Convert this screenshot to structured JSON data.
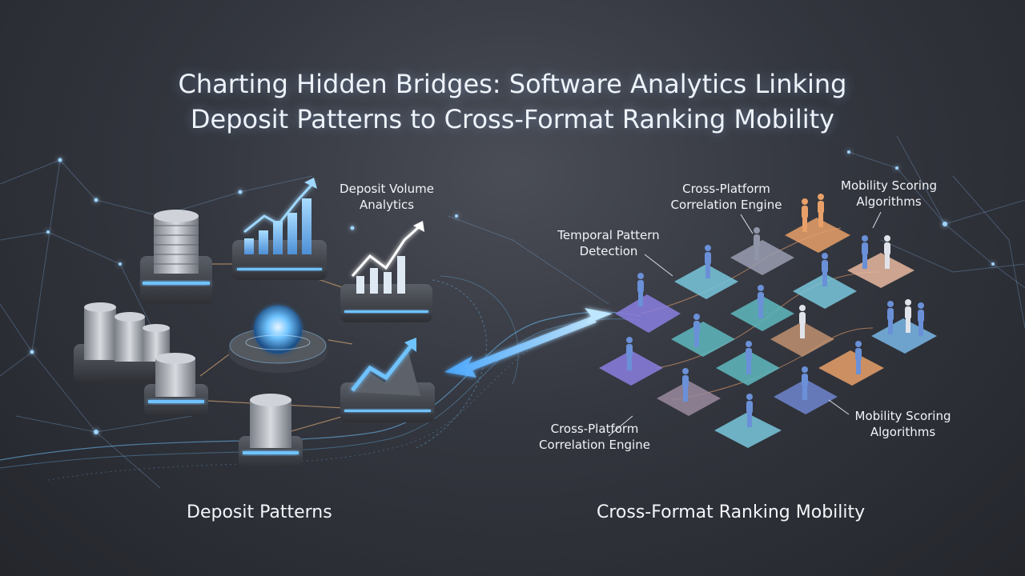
{
  "title": {
    "line1": "Charting Hidden Bridges: Software Analytics Linking",
    "line2": "Deposit Patterns to Cross-Format Ranking Mobility"
  },
  "labels": {
    "deposit_volume": {
      "line1": "Deposit Volume",
      "line2": "Analytics"
    },
    "cross_platform_top": {
      "line1": "Cross-Platform",
      "line2": "Correlation Engine"
    },
    "mobility_scoring_top": {
      "line1": "Mobility Scoring",
      "line2": "Algorithms"
    },
    "temporal_pattern": {
      "line1": "Temporal Pattern",
      "line2": "Detection"
    },
    "cross_platform_bottom": {
      "line1": "Cross-Platform",
      "line2": "Correlation Engine"
    },
    "mobility_scoring_bottom": {
      "line1": "Mobility Scoring",
      "line2": "Algorithms"
    }
  },
  "sections": {
    "left": "Deposit Patterns",
    "right": "Cross-Format Ranking Mobility"
  },
  "colors": {
    "accent_blue": "#6fc3ff",
    "tile_violet": "#8a7fe0",
    "tile_teal": "#5fb8c0",
    "tile_orange": "#e8a068",
    "tile_cyan": "#79c7dd",
    "coin": "#b9bdc4"
  },
  "icons": [
    "coin-stack-icon",
    "bar-chart-icon",
    "trend-arrow-icon",
    "glowing-sphere-icon",
    "person-icon",
    "bidirectional-arrow-icon"
  ]
}
